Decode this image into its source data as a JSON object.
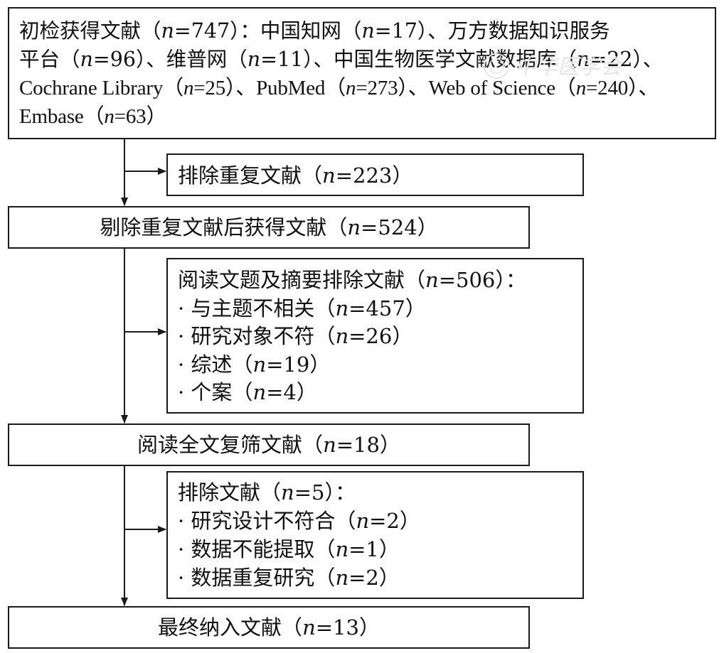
{
  "flow": {
    "initial": {
      "lines": [
        [
          "初检获得文献（",
          "n",
          "=747）：中国知网（",
          "n",
          "=17）、万方数据知识服务"
        ],
        [
          "平台（",
          "n",
          "=96）、维普网（",
          "n",
          "=11）、中国生物医学文献数据库（",
          "n",
          "=22）、"
        ],
        [
          "Cochrane Library（",
          "n",
          "=25）、PubMed（",
          "n",
          "=273）、Web of Science（",
          "n",
          "=240）、"
        ],
        [
          "Embase（",
          "n",
          "=63）"
        ]
      ]
    },
    "dedup_excluded": {
      "lines": [
        [
          "排除重复文献（",
          "n",
          "=223）"
        ]
      ]
    },
    "after_dedup": {
      "lines": [
        [
          "剔除重复文献后获得文献（",
          "n",
          "=524）"
        ]
      ]
    },
    "abstract_excluded": {
      "lines": [
        [
          "阅读文题及摘要排除文献（",
          "n",
          "=506）："
        ],
        [
          "· 与主题不相关（",
          "n",
          "=457）"
        ],
        [
          "· 研究对象不符（",
          "n",
          "=26）"
        ],
        [
          "· 综述（",
          "n",
          "=19）"
        ],
        [
          "· 个案（",
          "n",
          "=4）"
        ]
      ]
    },
    "fulltext": {
      "lines": [
        [
          "阅读全文复筛文献（",
          "n",
          "=18）"
        ]
      ]
    },
    "fulltext_excluded": {
      "lines": [
        [
          "排除文献（",
          "n",
          "=5）："
        ],
        [
          "· 研究设计不符合（",
          "n",
          "=2）"
        ],
        [
          "· 数据不能提取（",
          "n",
          "=1）"
        ],
        [
          "· 数据重复研究（",
          "n",
          "=2）"
        ]
      ]
    },
    "included": {
      "lines": [
        [
          "最终纳入文献（",
          "n",
          "=13）"
        ]
      ]
    }
  },
  "colors": {
    "stroke": "#1a1a1a",
    "text": "#111111",
    "watermark": "#e6e6e6"
  },
  "watermark_text": "中华医学会"
}
